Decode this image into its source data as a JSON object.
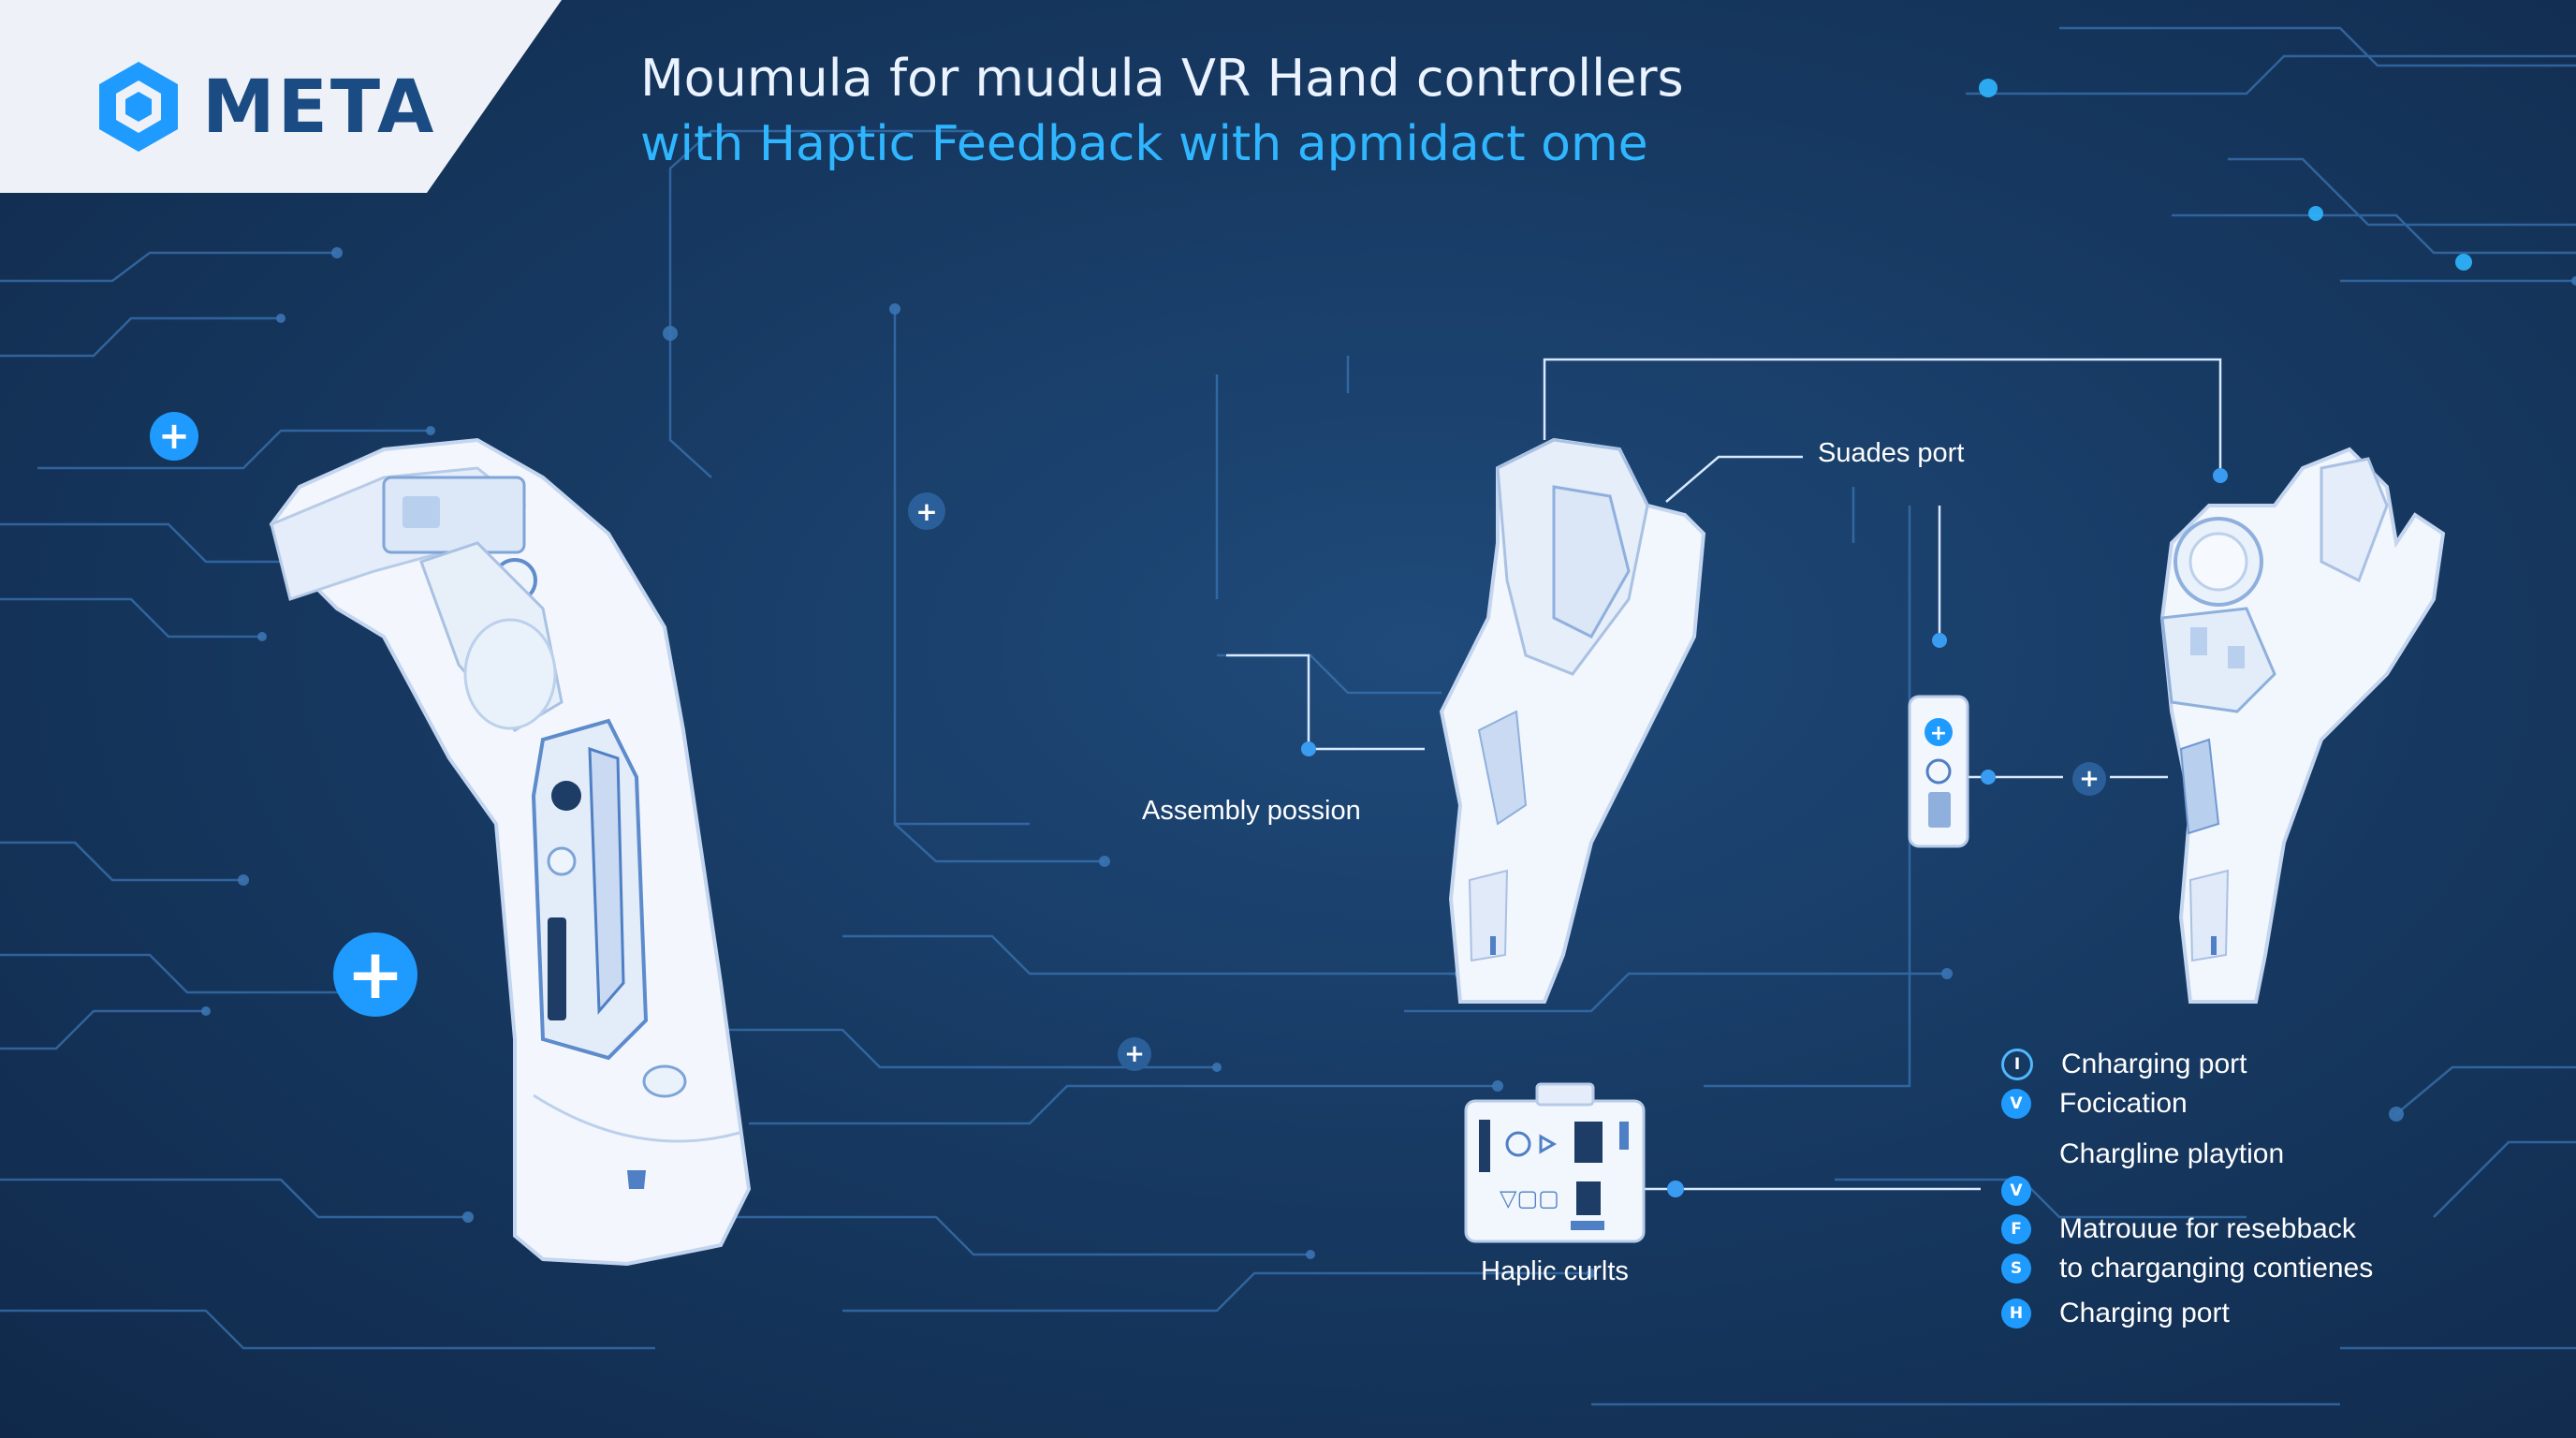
{
  "brand": {
    "name": "META",
    "panel_color": "#eef2f8",
    "text_color": "#1a4b82",
    "icon": "hexagon-logo-icon"
  },
  "title": {
    "line1": "Moumula for mudula VR Hand controllers",
    "line2": "with Haptic  Feedback with apmidact ome"
  },
  "colors": {
    "background": "#173a63",
    "accent": "#2fb6ff",
    "circuit": "#3f7fc2",
    "device": "#f2f6fd"
  },
  "callouts": {
    "suades_port": "Suades port",
    "assembly_position": "Assembly possion",
    "haptic_curits": "Haplic curlts"
  },
  "legend": [
    {
      "badge": "I",
      "text": "Cnharging port",
      "style": "outline"
    },
    {
      "badge": "V",
      "text": "Focication",
      "style": "filled"
    },
    {
      "badge": "",
      "text": "Chargline playtion",
      "style": "none"
    },
    {
      "badge": "V",
      "text": "",
      "style": "filled"
    },
    {
      "badge": "F",
      "text": "Matrouue for resebback",
      "style": "filled"
    },
    {
      "badge": "S",
      "text": "to charganging contienes",
      "style": "filled"
    },
    {
      "badge": "H",
      "text": "Charging port",
      "style": "filled"
    }
  ]
}
